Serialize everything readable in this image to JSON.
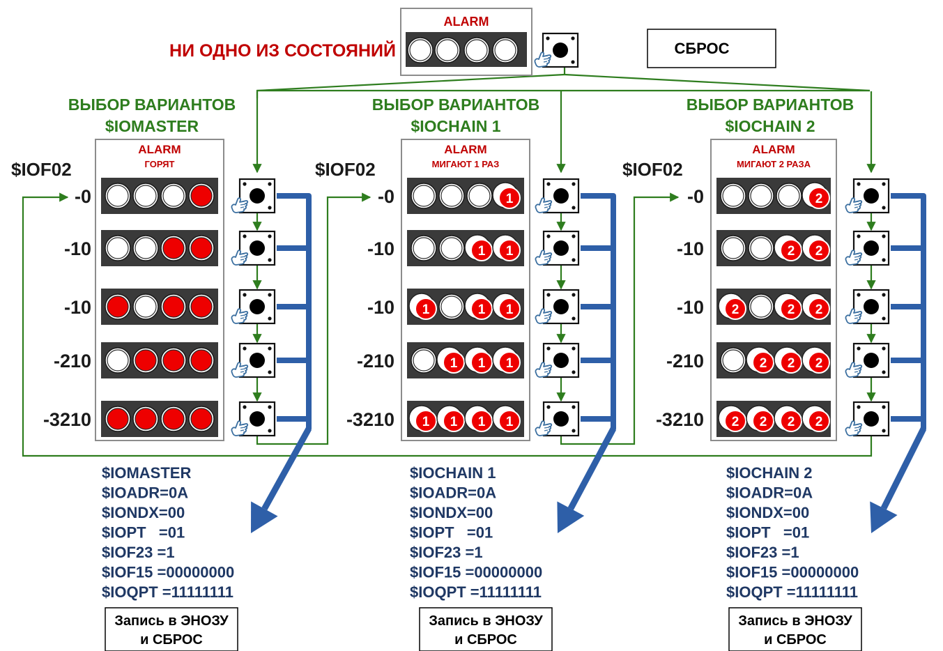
{
  "top": {
    "alarm_label": "ALARM",
    "none_state_text": "НИ ОДНО ИЗ СОСТОЯНИЙ",
    "reset_label": "СБРОС"
  },
  "row_labels": [
    "-0",
    "-10",
    "-10",
    "-210",
    "-3210"
  ],
  "panels": [
    {
      "heading_line1": "ВЫБОР ВАРИАНТОВ",
      "heading_line2": "$IOMASTER",
      "alarm_label": "ALARM",
      "alarm_sub": "ГОРЯТ",
      "iof_label": "$IOF02",
      "blink_number": "",
      "rows": [
        [
          "off",
          "off",
          "off",
          "on"
        ],
        [
          "off",
          "off",
          "on",
          "on"
        ],
        [
          "on",
          "off",
          "on",
          "on"
        ],
        [
          "off",
          "on",
          "on",
          "on"
        ],
        [
          "on",
          "on",
          "on",
          "on"
        ]
      ],
      "config_lines": [
        "$IOMASTER",
        "$IOADR=0A",
        "$IONDX=00",
        "$IOPT   =01",
        "$IOF23 =1",
        "$IOF15 =00000000",
        "$IOQPT =11111111"
      ],
      "save_line1": "Запись в ЭНОЗУ",
      "save_line2": "и СБРОС"
    },
    {
      "heading_line1": "ВЫБОР ВАРИАНТОВ",
      "heading_line2": "$IOCHAIN 1",
      "alarm_label": "ALARM",
      "alarm_sub": "МИГАЮТ 1 РАЗ",
      "iof_label": "$IOF02",
      "blink_number": "1",
      "rows": [
        [
          "off",
          "off",
          "off",
          "on"
        ],
        [
          "off",
          "off",
          "on",
          "on"
        ],
        [
          "on",
          "off",
          "on",
          "on"
        ],
        [
          "off",
          "on",
          "on",
          "on"
        ],
        [
          "on",
          "on",
          "on",
          "on"
        ]
      ],
      "config_lines": [
        "$IOCHAIN 1",
        "$IOADR=0A",
        "$IONDX=00",
        "$IOPT   =01",
        "$IOF23 =1",
        "$IOF15 =00000000",
        "$IOQPT =11111111"
      ],
      "save_line1": "Запись в ЭНОЗУ",
      "save_line2": "и СБРОС"
    },
    {
      "heading_line1": "ВЫБОР ВАРИАНТОВ",
      "heading_line2": "$IOCHAIN 2",
      "alarm_label": "ALARM",
      "alarm_sub": "МИГАЮТ 2 РАЗА",
      "iof_label": "$IOF02",
      "blink_number": "2",
      "rows": [
        [
          "off",
          "off",
          "off",
          "on"
        ],
        [
          "off",
          "off",
          "on",
          "on"
        ],
        [
          "on",
          "off",
          "on",
          "on"
        ],
        [
          "off",
          "on",
          "on",
          "on"
        ],
        [
          "on",
          "on",
          "on",
          "on"
        ]
      ],
      "config_lines": [
        "$IOCHAIN 2",
        "$IOADR=0A",
        "$IONDX=00",
        "$IOPT   =01",
        "$IOF23 =1",
        "$IOF15 =00000000",
        "$IOQPT =11111111"
      ],
      "save_line1": "Запись в ЭНОЗУ",
      "save_line2": "и СБРОС"
    }
  ],
  "colors": {
    "heading_green": "#2e7d1e",
    "alarm_red": "#c00000",
    "config_navy": "#1f3864",
    "arrow_blue": "#2e5fa8",
    "connector_green": "#2e7d1e",
    "led_on": "#ee0000",
    "led_strip": "#3a3a3a"
  }
}
